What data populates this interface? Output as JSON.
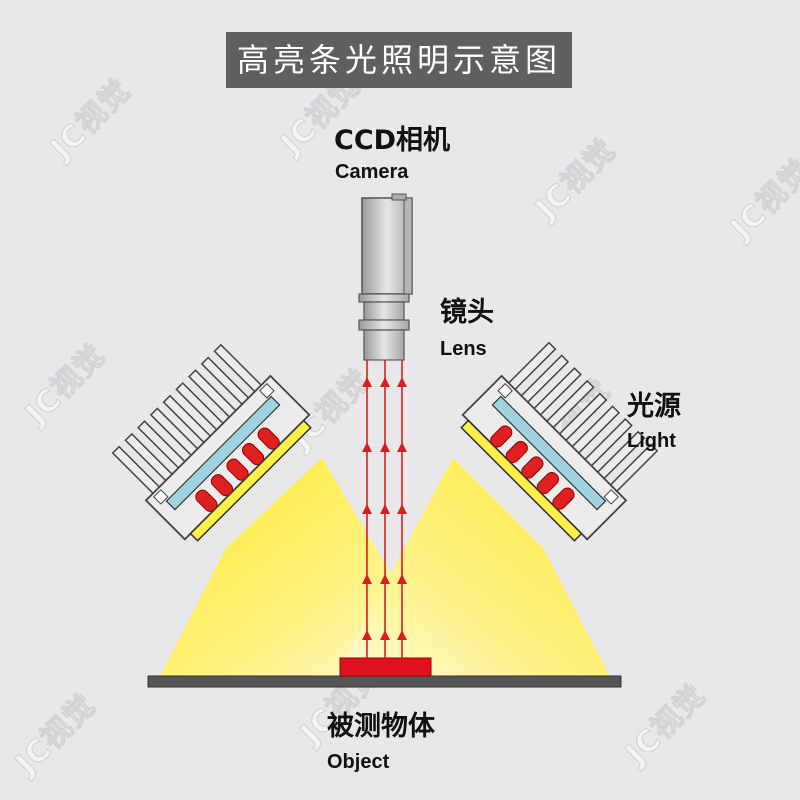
{
  "title": "高亮条光照明示意图",
  "watermark": "JC视觉",
  "labels": {
    "camera_cn": "CCD相机",
    "camera_en": "Camera",
    "lens_cn": "镜头",
    "lens_en": "Lens",
    "light_cn": "光源",
    "light_en": "Light",
    "object_cn": "被测物体",
    "object_en": "Object"
  },
  "colors": {
    "background": "#e8e8ea",
    "title_bg": "#5f5f5f",
    "beam": "#fff04a",
    "light_ray": "#d81f1f",
    "led": "#e02020",
    "diffuser": "#9fd3e0",
    "object": "#e0101e",
    "stage": "#555555"
  }
}
